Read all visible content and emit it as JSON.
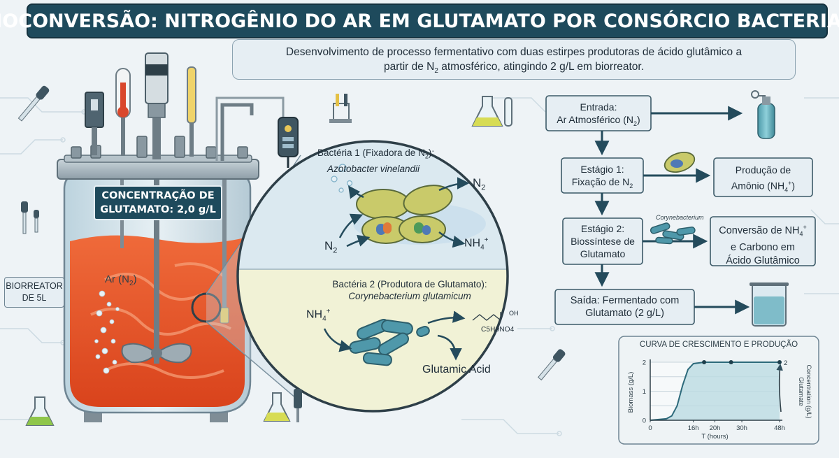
{
  "title": "BIOCONVERSÃO: NITROGÊNIO DO AR EM GLUTAMATO POR CONSÓRCIO BACTERIANO",
  "subtitle": {
    "line1": "Desenvolvimento de processo fermentativo com duas estirpes produtoras de ácido glutâmico a",
    "line2_pre": "partir de N",
    "line2_sub": "2",
    "line2_post": " atmosférico, atingindo 2 g/L em biorreator."
  },
  "reactor": {
    "label_line1": "CONCENTRAÇÃO DE",
    "label_line2": "GLUTAMATO: 2,0 g/L",
    "side_label_line1": "BIORREATOR",
    "side_label_line2": "DE 5L",
    "air_label": "Ar (N",
    "air_sub": "2",
    "air_close": ")"
  },
  "zoom": {
    "bac1_line1_pre": "Bactéria 1 (Fixadora de N",
    "bac1_line1_sub": "2",
    "bac1_line1_post": "):",
    "bac1_species": "Azotobacter vinelandii",
    "n2_out": "N",
    "n2_out_sub": "2",
    "n2_in": "N",
    "n2_in_sub": "2",
    "nh4_out": "NH",
    "nh4_out_sub": "4",
    "nh4_out_sup": "+",
    "bac2_line1": "Bactéria 2 (Produtora de Glutamato):",
    "bac2_species": "Corynebacterium glutamicum",
    "nh4_in": "NH",
    "nh4_in_sub": "4",
    "nh4_in_sup": "+",
    "formula": "C5H9NO4",
    "oh": "OH",
    "product": "Glutamic Acid"
  },
  "flow": {
    "entrada_line1": "Entrada:",
    "entrada_line2_pre": "Ar Atmosférico (N",
    "entrada_line2_sub": "2",
    "entrada_line2_post": ")",
    "estagio1_line1": "Estágio 1:",
    "estagio1_line2_pre": "Fixação de N",
    "estagio1_line2_sub": "2",
    "producao_line1": "Produção de",
    "producao_line2_pre": "Amônio (NH",
    "producao_line2_sub": "4",
    "producao_line2_sup": "+",
    "producao_line2_post": ")",
    "coryne_label": "Corynebacterium",
    "estagio2_line1": "Estágio 2:",
    "estagio2_line2": "Biossíntese de",
    "estagio2_line3": "Glutamato",
    "conversao_line1_pre": "Conversão de NH",
    "conversao_line1_sub": "4",
    "conversao_line1_sup": "+",
    "conversao_line2": "e Carbono em",
    "conversao_line3": "Ácido Glutâmico",
    "saida_line1": "Saída: Fermentado com",
    "saida_line2": "Glutamato (2 g/L)"
  },
  "chart_data": {
    "type": "line",
    "title": "CURVA DE CRESCIMENTO E PRODUÇÃO",
    "xlabel": "T (hours)",
    "ylabel": "Biomass (g/L)",
    "ylabel_right_line1": "Glutamate",
    "ylabel_right_line2": "Concentration (g/L)",
    "x_ticks": [
      "0",
      "16h",
      "20h",
      "30h",
      "48h"
    ],
    "y_ticks": [
      "0",
      "1",
      "2"
    ],
    "y_right_tick": "2",
    "ylim": [
      0,
      2
    ],
    "series": [
      {
        "x": [
          0,
          6,
          8,
          10,
          12,
          14,
          16,
          20,
          30,
          48
        ],
        "y": [
          0,
          0.05,
          0.15,
          0.5,
          1.2,
          1.75,
          1.95,
          2.0,
          2.0,
          2.0
        ]
      }
    ],
    "markers_x": [
      20,
      30,
      48
    ]
  },
  "colors": {
    "title_bg": "#1e4a5c",
    "box_bg": "#e6eef3",
    "box_border": "#3c5a68",
    "arrow": "#244b5c",
    "liquid": "#e6582a",
    "zoom_top": "#dbe9f0",
    "zoom_bottom": "#f1f2d6"
  }
}
